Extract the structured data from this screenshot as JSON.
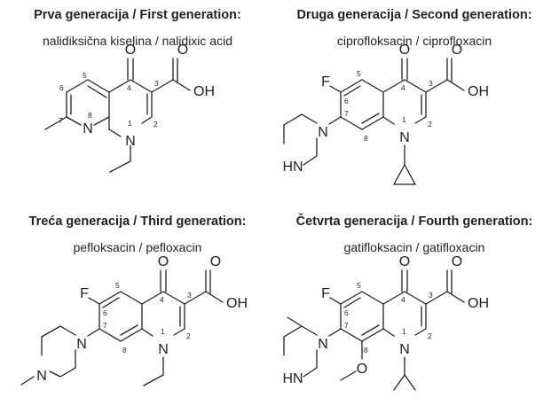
{
  "panels": [
    {
      "title": "Prva generacija / First generation:",
      "drug": "nalidiksična kiselina / nalidixic acid",
      "atoms": {
        "o_keto": "O",
        "o_acid": "O",
        "oh": "OH",
        "n1": "N",
        "n8": "N"
      },
      "positions": {
        "c2": "2",
        "c3": "3",
        "c4": "4",
        "c5": "5",
        "c6": "6",
        "c7": "7",
        "n1": "1",
        "n8": "8"
      }
    },
    {
      "title": "Druga generacija / Second generation:",
      "drug": "ciprofloksacin / ciprofloxacin",
      "atoms": {
        "o_keto": "O",
        "o_acid": "O",
        "oh": "OH",
        "f": "F",
        "n1": "N",
        "n_pip": "N",
        "hn": "HN"
      },
      "positions": {
        "c2": "2",
        "c3": "3",
        "c4": "4",
        "c5": "5",
        "c6": "6",
        "c7": "7",
        "c8": "8",
        "n1": "1"
      }
    },
    {
      "title": "Treća generacija / Third generation:",
      "drug": "pefloksacin / pefloxacin",
      "atoms": {
        "o_keto": "O",
        "o_acid": "O",
        "oh": "OH",
        "f": "F",
        "n1": "N",
        "n_pip": "N",
        "n_me": "N"
      },
      "positions": {
        "c2": "2",
        "c3": "3",
        "c4": "4",
        "c5": "5",
        "c6": "6",
        "c7": "7",
        "c8": "8",
        "n1": "1"
      }
    },
    {
      "title": "Četvrta generacija / Fourth generation:",
      "drug": "gatifloksacin / gatifloxacin",
      "atoms": {
        "o_keto": "O",
        "o_acid": "O",
        "oh": "OH",
        "f": "F",
        "n1": "N",
        "n_pip": "N",
        "hn": "HN",
        "o_me": "O"
      },
      "positions": {
        "c2": "2",
        "c3": "3",
        "c4": "4",
        "c5": "5",
        "c6": "6",
        "c7": "7",
        "c8": "8",
        "n1": "1"
      }
    }
  ]
}
